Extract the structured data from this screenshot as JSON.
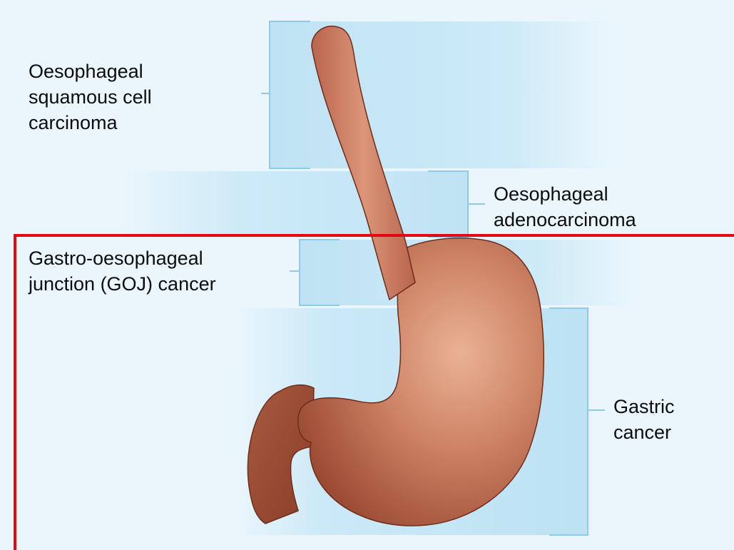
{
  "labels": {
    "oesophageal_scc": "Oesophageal\nsquamous cell\ncarcinoma",
    "oesophageal_adeno": "Oesophageal\nadenocarcinoma",
    "goj": "Gastro-oesophageal\njunction (GOJ) cancer",
    "gastric": "Gastric\ncancer"
  },
  "colors": {
    "background": "#eaf6fc",
    "band": "#bfe3f4",
    "bracket": "#8fcbe8",
    "organ": "#c9765e",
    "organ_dark": "#8e3f2a",
    "highlight": "#e30613"
  }
}
